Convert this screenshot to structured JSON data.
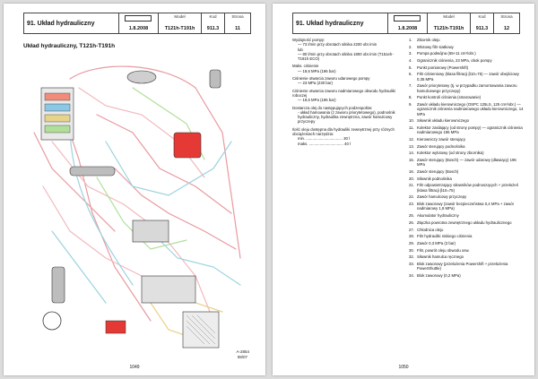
{
  "left": {
    "header": {
      "title": "91. Układ hydrauliczny",
      "stamp": "",
      "date": "1.8.2008",
      "model_label": "Model",
      "model": "T121h-T191h",
      "code_label": "Kod",
      "code": "911.3",
      "page_label": "Strona",
      "page": "11"
    },
    "subtitle": "Układ hydrauliczny, T121h-T191h",
    "figure_code": "A-2854",
    "figure_date": "08/07",
    "page_number": "1049"
  },
  "right": {
    "header": {
      "title": "91. Układ hydrauliczny",
      "stamp": "",
      "date": "1.8.2008",
      "model_label": "Model",
      "model": "T121h-T191h",
      "code_label": "Kod",
      "code": "911.3",
      "page_label": "Strona",
      "page": "12"
    },
    "specs": [
      {
        "label": "Wydajność pompy:",
        "lines": [
          "— 73 l/min przy obrotach silnika 2200 obr./min",
          "lub",
          "— 80 l/min przy obrotach silnika 1800 obr./min (T151eh-T191h ECO)"
        ]
      },
      {
        "label": "Maks. ciśnienie",
        "lines": [
          "— 19,6 MPa (196 bar)"
        ]
      },
      {
        "label": "Ciśnienie otwarcia zaworu udarowego pompy",
        "lines": [
          "— 23 MPa (230 bar)"
        ]
      },
      {
        "label": "Ciśnienie otwarcia zaworu nadmiarowego obwodu hydrauliki roboczej",
        "lines": [
          "— 19,6 MPa (196 bar)"
        ]
      },
      {
        "label": "Dostarcza olej do następujących podzespołów:",
        "lines": [
          "- układ hamowania (z zaworu priorytetowego), podnośnik hydrauliczny, hydraulika zewnętrzna, zawór hamulcowy przyczepy"
        ]
      },
      {
        "label": "Ilość oleju dostępna dla hydrauliki zewnętrznej przy różnych obciążeniach narzędzia:",
        "lines": [
          "min. .................................. 30 l",
          "maks. ................................ 40 l"
        ]
      }
    ],
    "legend": [
      {
        "n": "1.",
        "t": "Zbiornik oleju"
      },
      {
        "n": "2.",
        "t": "Wlotowy filtr siatkowy"
      },
      {
        "n": "3.",
        "t": "Pompa podwójna (65+11 cm³/obr.)"
      },
      {
        "n": "4.",
        "t": "Ogranicznik ciśnienia, 23 MPa, obok pompy"
      },
      {
        "n": "5.",
        "t": "Punkt pomiarowy (Powershift)"
      },
      {
        "n": "6.",
        "t": "Filtr ciśnieniowy (klasa filtracji β10=75) — zawór obejściowy 0,35 MPa"
      },
      {
        "n": "7.",
        "t": "Zawór priorytetowy (tj. w przypadku zamontowania zaworu hamulcowego przyczepy)"
      },
      {
        "n": "8.",
        "t": "Punkt kontroli ciśnienia (smarowanie)"
      },
      {
        "n": "9.",
        "t": "Zawór układu kierowniczego (OSPC 125LS, 125 cm³/obr.) — ogranicznik ciśnienia nadmiarowego układu kierowniczego, 14 MPa"
      },
      {
        "n": "10.",
        "t": "Siłownik układu kierowniczego"
      },
      {
        "n": "11.",
        "t": "Kolektor zasilający (od strony pompy) — ogranicznik ciśnienia nadmiarowego 196 MPa"
      },
      {
        "n": "12.",
        "t": "Kierowniczy zawór sterujący"
      },
      {
        "n": "13.",
        "t": "Zawór sterujący podnośnika"
      },
      {
        "n": "14.",
        "t": "Kolektor wylotowy (od strony zbiornika)"
      },
      {
        "n": "15.",
        "t": "Zawór sterujący (Bosch) — zawór udarowy (dławiący) 196 MPa"
      },
      {
        "n": "16.",
        "t": "Zawór sterujący (Bosch)"
      },
      {
        "n": "20.",
        "t": "Siłownik podnośnika"
      },
      {
        "n": "21.",
        "t": "Filtr odpowietrzający siłowników podnoszących + przełożeń (klasa filtracji β10=75)"
      },
      {
        "n": "22.",
        "t": "Zawór hamulcowy przyczepy"
      },
      {
        "n": "23.",
        "t": "Blok zaworowy (zawór bezpieczeństwa 0,4 MPa + zawór nadmiarowy 1,8 MPa)"
      },
      {
        "n": "25.",
        "t": "Akumulator hydrauliczny"
      },
      {
        "n": "26.",
        "t": "Złączka powrotna zewnętrznego układu hydraulicznego"
      },
      {
        "n": "27.",
        "t": "Chłodnica oleju"
      },
      {
        "n": "28.",
        "t": "Filtr hydrauliki niskiego ciśnienia"
      },
      {
        "n": "29.",
        "t": "Zawór 0,3 MPa (3 bar)"
      },
      {
        "n": "30.",
        "t": "Filtr, powrót oleju obwodu osw."
      },
      {
        "n": "32.",
        "t": "Siłownik hamulca ręcznego"
      },
      {
        "n": "33.",
        "t": "Blok zaworowy (przełożenia Powershift + przełożenia PowerShuttle)"
      },
      {
        "n": "34.",
        "t": "Blok zaworowy (0,2 MPa)"
      }
    ],
    "page_number": "1050"
  }
}
